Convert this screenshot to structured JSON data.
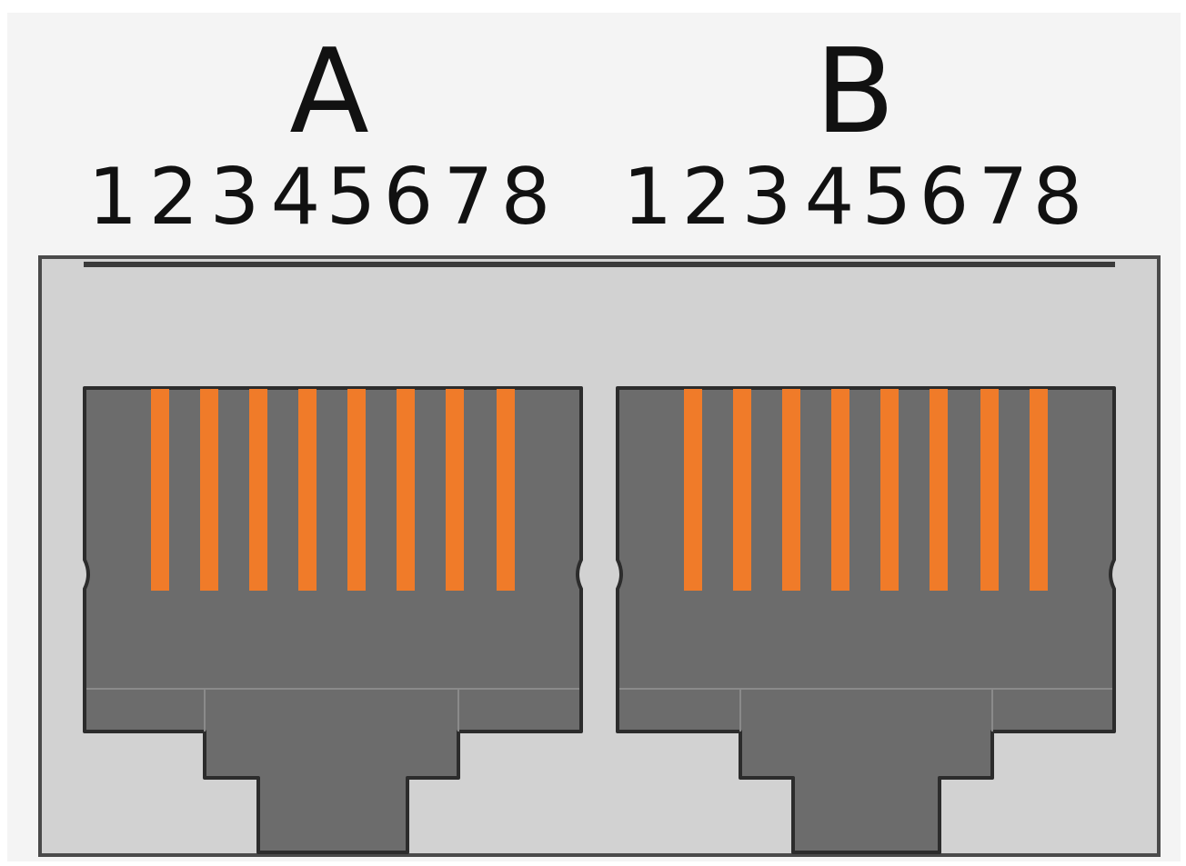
{
  "ports": [
    {
      "letter": "A",
      "pins": [
        "1",
        "2",
        "3",
        "4",
        "5",
        "6",
        "7",
        "8"
      ]
    },
    {
      "letter": "B",
      "pins": [
        "1",
        "2",
        "3",
        "4",
        "5",
        "6",
        "7",
        "8"
      ]
    }
  ],
  "colors": {
    "background": "#ffffff",
    "panel": "#d2d2d2",
    "panel_border": "#4a4a4a",
    "jack_body": "#6c6c6c",
    "jack_border": "#2c2c2c",
    "seam_line": "#8a8a8a",
    "contact_pin": "#f07b29",
    "label_text": "#111111"
  }
}
